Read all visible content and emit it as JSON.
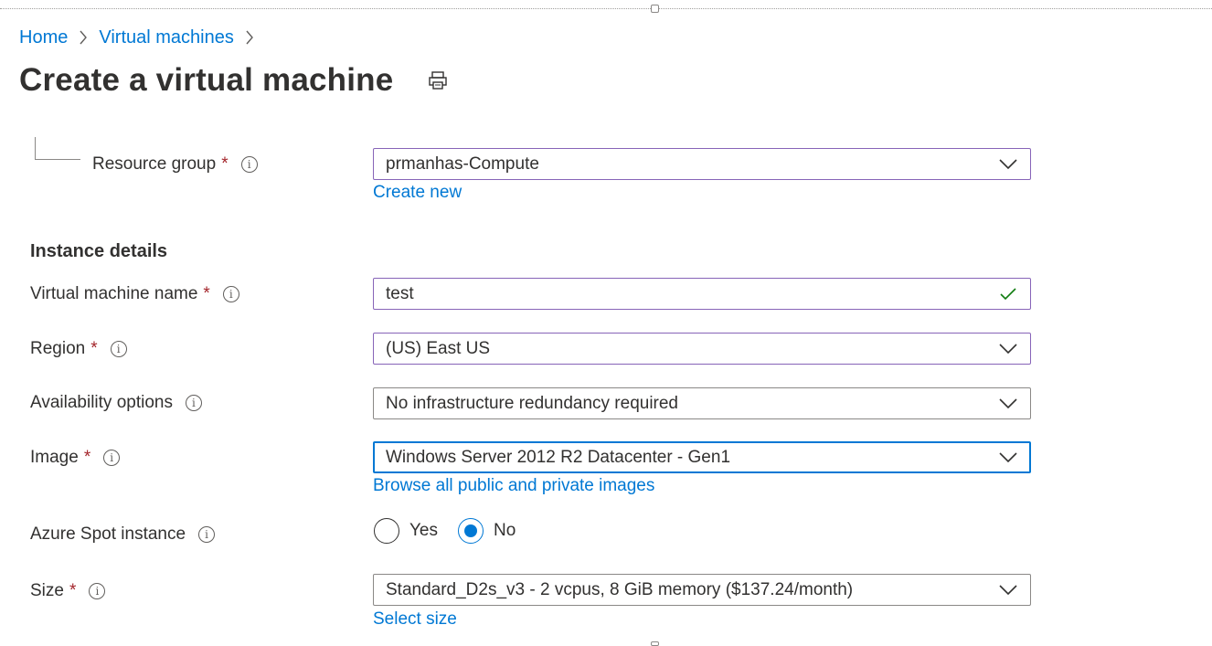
{
  "breadcrumb": {
    "items": [
      "Home",
      "Virtual machines"
    ]
  },
  "page": {
    "title": "Create a virtual machine"
  },
  "form": {
    "resource_group": {
      "label": "Resource group",
      "required_mark": "*",
      "value": "prmanhas-Compute",
      "link": "Create new"
    },
    "instance_details": {
      "heading": "Instance details"
    },
    "vm_name": {
      "label": "Virtual machine name",
      "required_mark": "*",
      "value": "test"
    },
    "region": {
      "label": "Region",
      "required_mark": "*",
      "value": "(US) East US"
    },
    "availability": {
      "label": "Availability options",
      "value": "No infrastructure redundancy required"
    },
    "image": {
      "label": "Image",
      "required_mark": "*",
      "value": "Windows Server 2012 R2 Datacenter - Gen1",
      "link": "Browse all public and private images"
    },
    "spot": {
      "label": "Azure Spot instance",
      "options": [
        "Yes",
        "No"
      ],
      "selected": "No"
    },
    "size": {
      "label": "Size",
      "required_mark": "*",
      "value": "Standard_D2s_v3 - 2 vcpus, 8 GiB memory ($137.24/month)",
      "link": "Select size"
    }
  },
  "icons": {
    "info": "info-icon",
    "chevron": "chevron-down-icon",
    "check": "checkmark-icon",
    "print": "print-icon",
    "breadcrumb_sep": "chevron-right-icon"
  },
  "colors": {
    "link": "#0078d4",
    "required": "#a4262c",
    "valid_check": "#107c10",
    "focus_border": "#0078d4",
    "active_border": "#8764b8"
  }
}
